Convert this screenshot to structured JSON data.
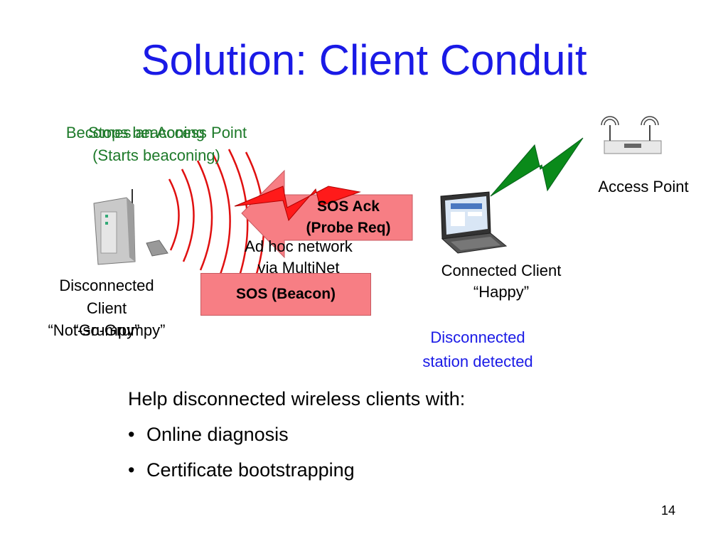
{
  "title": "Solution: Client Conduit",
  "overlap_left": {
    "line1_a": "Becomes an Access Point",
    "line1_b": "Stops beaconing",
    "line2": "(Starts beaconing)"
  },
  "access_point": {
    "label": "Access Point"
  },
  "disconnected_client": {
    "line1": "Disconnected",
    "line2": "Client",
    "line3_a": "“Not-so-Grumpy”",
    "line3_b": "“Grumpy”"
  },
  "connected_client": {
    "line1": "Connected Client",
    "line2": "“Happy”"
  },
  "sos_ack": {
    "line1": "SOS Ack",
    "line2": "(Probe Req)"
  },
  "sos_beacon": {
    "label": "SOS (Beacon)"
  },
  "adhoc": {
    "line1": "Ad hoc network",
    "line2": "via MultiNet"
  },
  "detected": {
    "line1": "Disconnected",
    "line2": "station detected"
  },
  "body": {
    "intro": "Help disconnected wireless clients with:",
    "bullets": [
      "Online diagnosis",
      "Certificate bootstrapping"
    ]
  },
  "page_number": "14",
  "colors": {
    "title_blue": "#1a1ae6",
    "green_text": "#1e7a2a",
    "box_fill": "#f77e84",
    "red_bolt": "#ff1a1a",
    "green_bolt": "#0a8a1a"
  },
  "icons": [
    "access-point-icon",
    "server-tower-icon",
    "laptop-icon",
    "wireless-bolt-icon",
    "radio-wave-icon"
  ]
}
